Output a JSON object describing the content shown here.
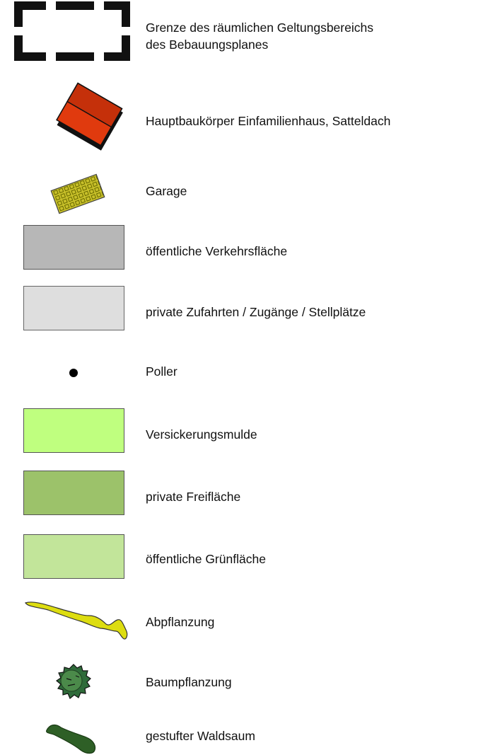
{
  "legend": {
    "items": [
      {
        "label": "Grenze des räumlichen Geltungsbereichs",
        "label_line2": "des Bebauungsplanes",
        "symbol": "boundary-dashed-rectangle"
      },
      {
        "label": "Hauptbaukörper Einfamilienhaus, Satteldach",
        "symbol": "house-gable-roof",
        "color": "#d93a10"
      },
      {
        "label": "Garage",
        "symbol": "garage-hatched",
        "color": "#b8b22a"
      },
      {
        "label": "öffentliche Verkehrsfläche",
        "symbol": "filled-rectangle",
        "color": "#b7b7b7"
      },
      {
        "label": "private Zufahrten / Zugänge / Stellplätze",
        "symbol": "filled-rectangle",
        "color": "#dedede"
      },
      {
        "label": "Poller",
        "symbol": "dot",
        "color": "#000000"
      },
      {
        "label": "Versickerungsmulde",
        "symbol": "filled-rectangle",
        "color": "#bfff7f"
      },
      {
        "label": "private Freifläche",
        "symbol": "filled-rectangle",
        "color": "#9cc26a"
      },
      {
        "label": "öffentliche Grünfläche",
        "symbol": "filled-rectangle",
        "color": "#c2e59a"
      },
      {
        "label": "Abpflanzung",
        "symbol": "hedge-blob",
        "color": "#dddd10"
      },
      {
        "label": "Baumpflanzung",
        "symbol": "tree-crown",
        "color": "#2f6b3a"
      },
      {
        "label": "gestufter Waldsaum",
        "symbol": "forest-edge-blob",
        "color": "#2e5f26"
      }
    ]
  }
}
